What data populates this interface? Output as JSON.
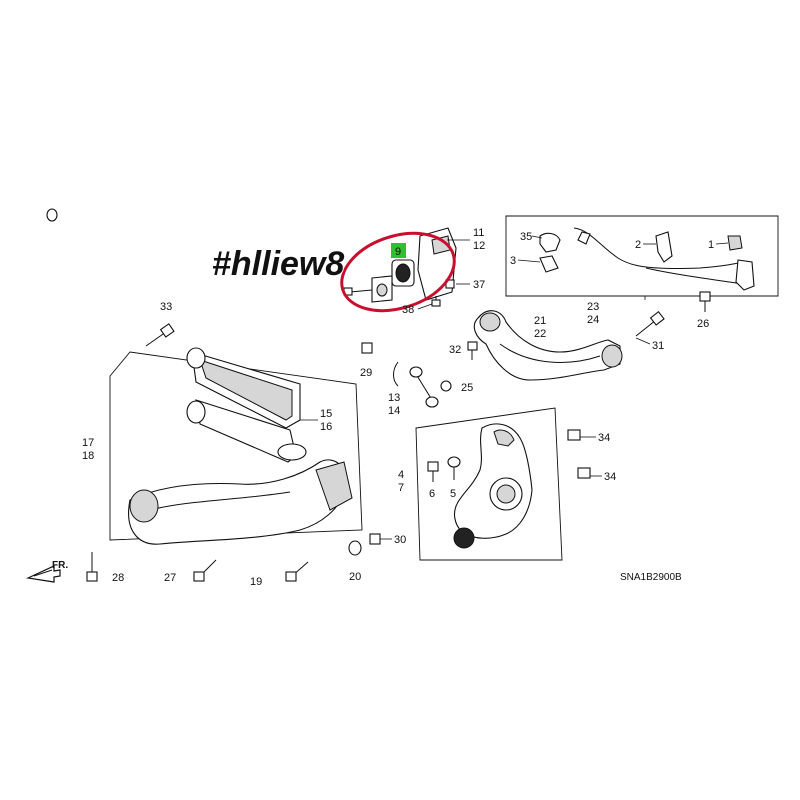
{
  "watermark": "#hlliew8",
  "highlight": {
    "color": "#c8102e",
    "part": "9",
    "badge_color": "#2fbf2f"
  },
  "diagram_code": "SNA1B2900B",
  "direction_label": "FR.",
  "callouts": {
    "n1": "1",
    "n2": "2",
    "n3": "3",
    "n4": "4",
    "n5": "5",
    "n6": "6",
    "n7": "7",
    "n9": "9",
    "n11": "11",
    "n12": "12",
    "n13": "13",
    "n14": "14",
    "n15": "15",
    "n16": "16",
    "n17": "17",
    "n18": "18",
    "n19": "19",
    "n20": "20",
    "n21": "21",
    "n22": "22",
    "n23": "23",
    "n24": "24",
    "n25": "25",
    "n26": "26",
    "n27": "27",
    "n28": "28",
    "n29": "29",
    "n30": "30",
    "n31": "31",
    "n32": "32",
    "n33": "33",
    "n34a": "34",
    "n34b": "34",
    "n35": "35",
    "n37": "37",
    "n38": "38"
  }
}
